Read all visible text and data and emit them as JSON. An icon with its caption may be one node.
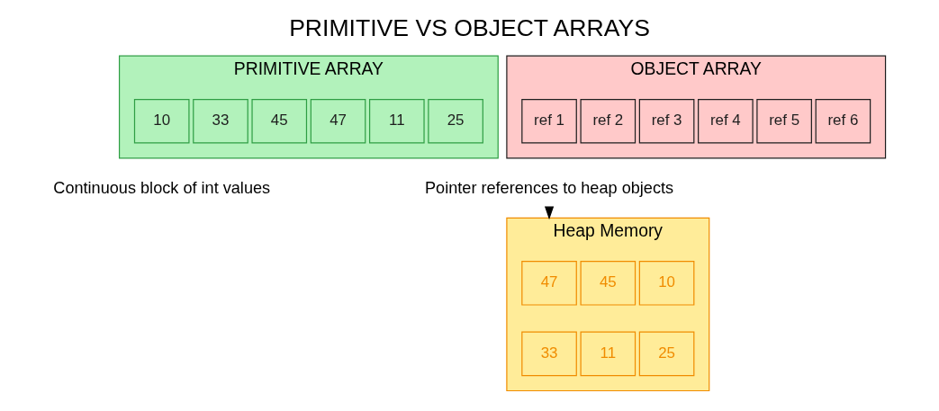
{
  "diagram": {
    "title": "PRIMITIVE VS OBJECT ARRAYS",
    "nodes": [
      {
        "text": [
          "PRIMITIVE ARRAY"
        ]
      },
      {
        "text": [
          "10"
        ],
        "in": 0
      },
      {
        "text": [
          "33"
        ],
        "in": 0
      },
      {
        "text": [
          "45"
        ],
        "in": 0
      },
      {
        "text": [
          "47"
        ],
        "in": 0
      },
      {
        "text": [
          "11"
        ],
        "in": 0
      },
      {
        "text": [
          "25"
        ],
        "in": 0
      },
      {
        "text": [
          "OBJECT ARRAY"
        ]
      },
      {
        "text": [
          "ref 1"
        ],
        "in": 7
      },
      {
        "text": [
          "ref 2"
        ],
        "in": 7
      },
      {
        "text": [
          "ref 3"
        ],
        "in": 7
      },
      {
        "text": [
          "ref 4"
        ],
        "in": 7
      },
      {
        "text": [
          "ref 5"
        ],
        "in": 7
      },
      {
        "text": [
          "ref 6"
        ],
        "in": 7
      },
      {
        "text": [
          "Pointer references to heap objects"
        ]
      },
      {
        "text": [
          "Heap Memory"
        ]
      },
      {
        "text": [
          "47"
        ],
        "in": 15
      },
      {
        "text": [
          "45"
        ],
        "in": 15
      },
      {
        "text": [
          "10"
        ],
        "in": 15
      },
      {
        "text": [
          "33"
        ],
        "in": 15
      },
      {
        "text": [
          "11"
        ],
        "in": 15
      },
      {
        "text": [
          "25"
        ],
        "in": 15
      }
    ],
    "edges": [
      {
        "from": 14,
        "to": 15,
        "arrow": "to"
      }
    ],
    "labels": [
      "Continuous block of int values"
    ]
  }
}
